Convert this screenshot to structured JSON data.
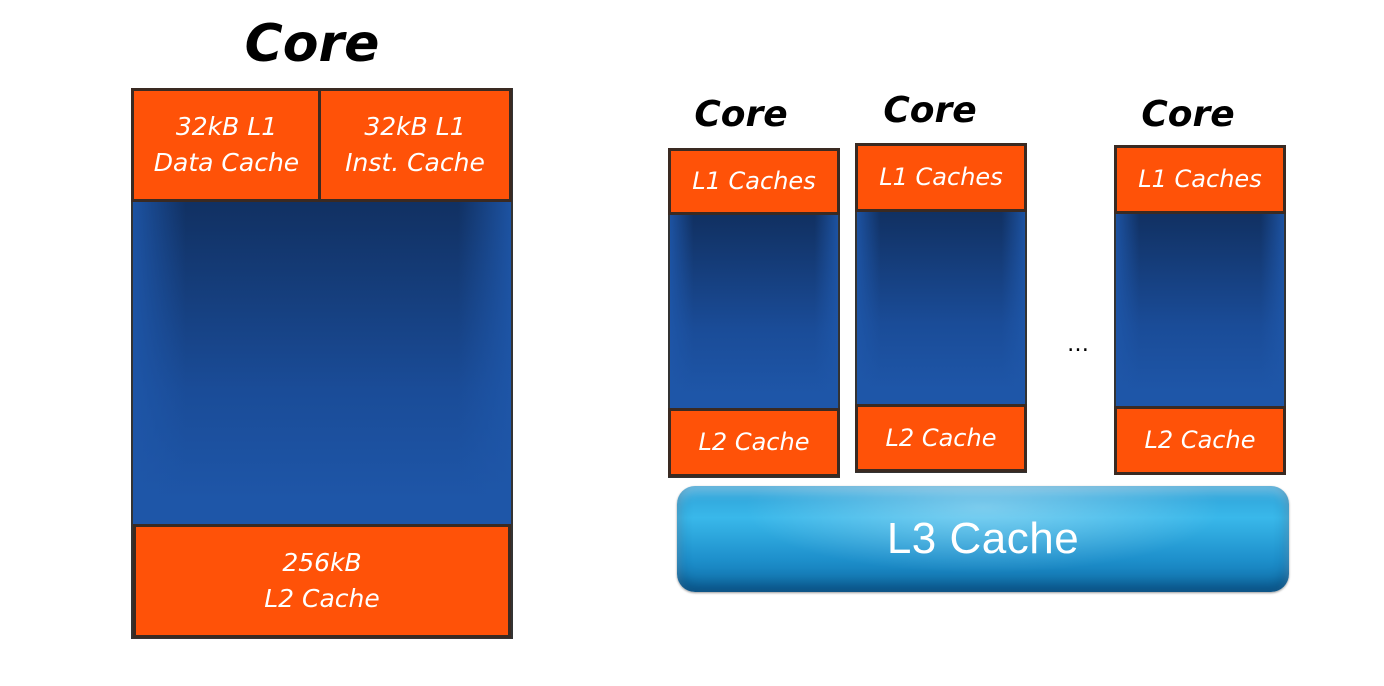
{
  "left_diagram": {
    "title": "Core",
    "l1_data_cache": [
      "32kB L1",
      "Data Cache"
    ],
    "l1_inst_cache": [
      "32kB L1",
      "Inst. Cache"
    ],
    "l2_cache": [
      "256kB",
      "L2 Cache"
    ]
  },
  "right_diagram": {
    "cores": [
      {
        "title": "Core",
        "l1": "L1 Caches",
        "l2": "L2 Cache"
      },
      {
        "title": "Core",
        "l1": "L1 Caches",
        "l2": "L2 Cache"
      },
      {
        "title": "Core",
        "l1": "L1 Caches",
        "l2": "L2 Cache"
      }
    ],
    "ellipsis": "…",
    "l3_cache": "L3 Cache"
  },
  "colors": {
    "cache_orange": "#ff5208",
    "core_blue": "#1e56a8",
    "l3_cyan": "#2ea0d6"
  }
}
